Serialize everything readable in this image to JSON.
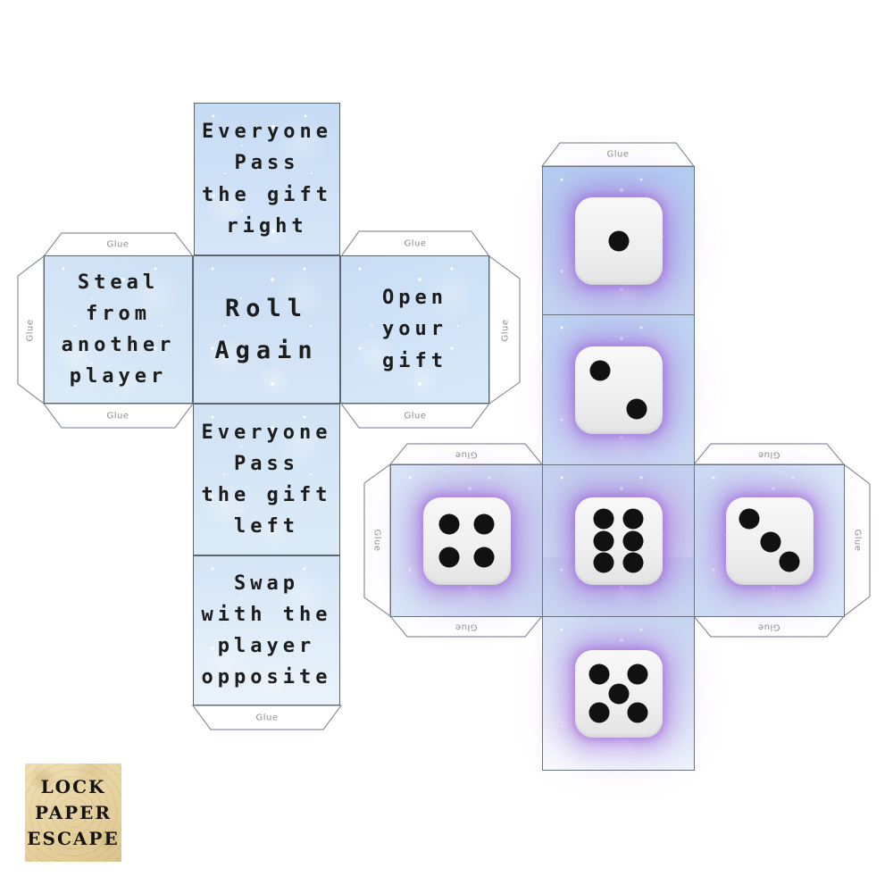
{
  "labels": {
    "glue": "Glue"
  },
  "text_die": {
    "description": "gift exchange instruction die net",
    "faces": [
      {
        "net_position": "top",
        "text": "Everyone\nPass\nthe gift\nright"
      },
      {
        "net_position": "middle-left",
        "text": "Steal\nfrom\nanother\nplayer"
      },
      {
        "net_position": "middle-center",
        "text": "Roll\nAgain"
      },
      {
        "net_position": "middle-right",
        "text": "Open\nyour\ngift"
      },
      {
        "net_position": "lower-middle",
        "text": "Everyone\nPass\nthe gift\nleft"
      },
      {
        "net_position": "bottom",
        "text": "Swap\nwith the\nplayer\nopposite"
      }
    ]
  },
  "pip_die": {
    "description": "standard pip die net",
    "faces": [
      {
        "net_position": "top",
        "value": 1
      },
      {
        "net_position": "upper-middle",
        "value": 2
      },
      {
        "net_position": "middle-left",
        "value": 4
      },
      {
        "net_position": "middle-center",
        "value": 6
      },
      {
        "net_position": "middle-right",
        "value": 3
      },
      {
        "net_position": "bottom",
        "value": 5
      }
    ]
  },
  "logo": {
    "lines": [
      "LOCK",
      "PAPER",
      "ESCAPE"
    ]
  },
  "colors": {
    "page_background": "#ffffff",
    "text_face_blue": "#cfe0f3",
    "pip_face_blue": "#bcd4f2",
    "die_white": "#f2f2f2",
    "pip_black": "#111111",
    "glow_purple": "#9e63d8",
    "outline_gray": "#5c6670",
    "glue_text_gray": "#8d8d8d",
    "logo_parchment": "#e9d7a9",
    "text_black": "#1c1c1c"
  }
}
